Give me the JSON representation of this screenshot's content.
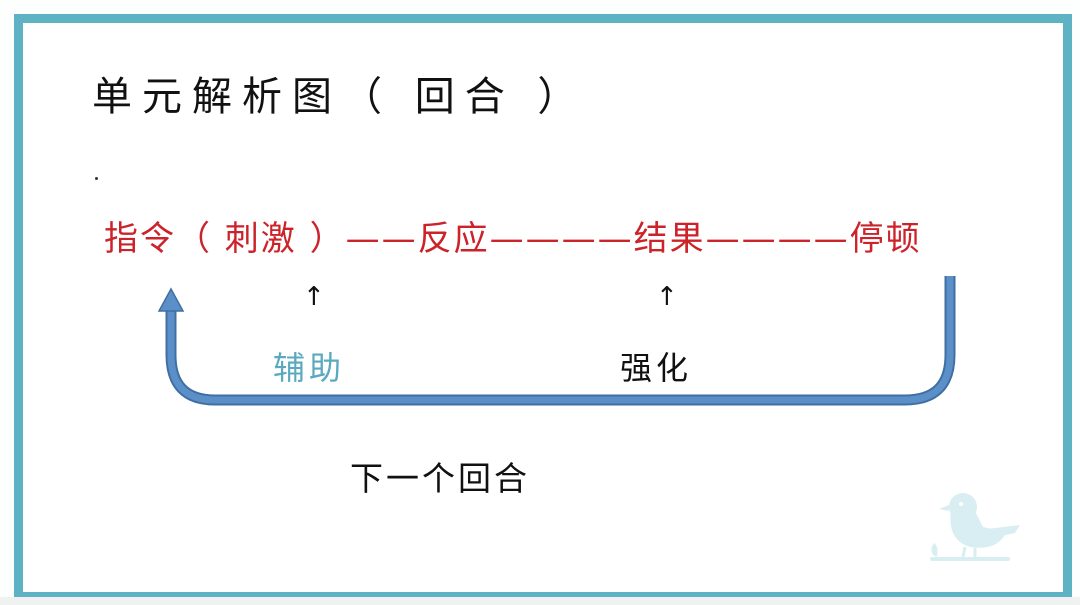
{
  "title": "单元解析图（ 回合 ）",
  "chain": {
    "instruction": "指令（ 刺激 ）",
    "dash1": "——",
    "response": "反应",
    "dash2": "————",
    "result": "结果",
    "dash3": "————",
    "pause": "停顿"
  },
  "arrows": {
    "up": "↑"
  },
  "labels": {
    "assist": "辅助",
    "reinforce": "强化",
    "next_round": "下一个回合"
  },
  "colors": {
    "frame": "#5db3c4",
    "chain_text": "#cc2229",
    "assist_text": "#5aa9bf",
    "loop_arrow": "#5b8fc7",
    "loop_arrow_outline": "#3f6fa3",
    "bird": "#d9eef2"
  },
  "icons": {
    "decoration": "bird-icon"
  }
}
